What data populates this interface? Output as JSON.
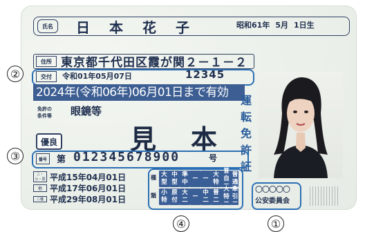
{
  "name": {
    "label": "氏名",
    "value": "日　本　花　子"
  },
  "birth": {
    "era_year": "昭和61年",
    "month": "5月",
    "day": "1日生"
  },
  "address": {
    "label": "住所",
    "value": "東京都千代田区霞が関２－１－２"
  },
  "issue": {
    "label": "交付",
    "date": "令和01年05月07日",
    "number": "12345"
  },
  "expiry": {
    "value": "2024年(令和06年)06月01日まで有効"
  },
  "conditions": {
    "label1": "免許の",
    "label2": "条件等",
    "value": "眼鏡等"
  },
  "excellent": {
    "label": "優良"
  },
  "sample": {
    "text": "見　本"
  },
  "license_number": {
    "label": "番号",
    "prefix": "第",
    "value": "012345678900",
    "suffix": "号"
  },
  "side_title": [
    "運",
    "転",
    "免",
    "許",
    "証"
  ],
  "history": [
    {
      "label": "二・小・原",
      "date": "平成15年04月01日"
    },
    {
      "label": "他",
      "date": "平成17年06月01日"
    },
    {
      "label": "二種",
      "date": "平成29年08月01日"
    }
  ],
  "categories": {
    "label_top": "種",
    "label_bottom": "類",
    "top": [
      "大型",
      "中型",
      "準中",
      "ー",
      "ー",
      "大特",
      "普自二",
      "普通"
    ],
    "bottom": [
      "小特",
      "原付",
      "大二",
      "ー",
      "中二",
      "普二",
      "大特二",
      "牽引二"
    ]
  },
  "seal": {
    "circles": "〇〇〇〇〇",
    "text": "公安委員会"
  },
  "callouts": [
    "①",
    "②",
    "③",
    "④"
  ],
  "colors": {
    "accent_blue": "#2a6fb4",
    "expiry_band": "#3d5e92",
    "category_cell": "#3a5e96"
  }
}
